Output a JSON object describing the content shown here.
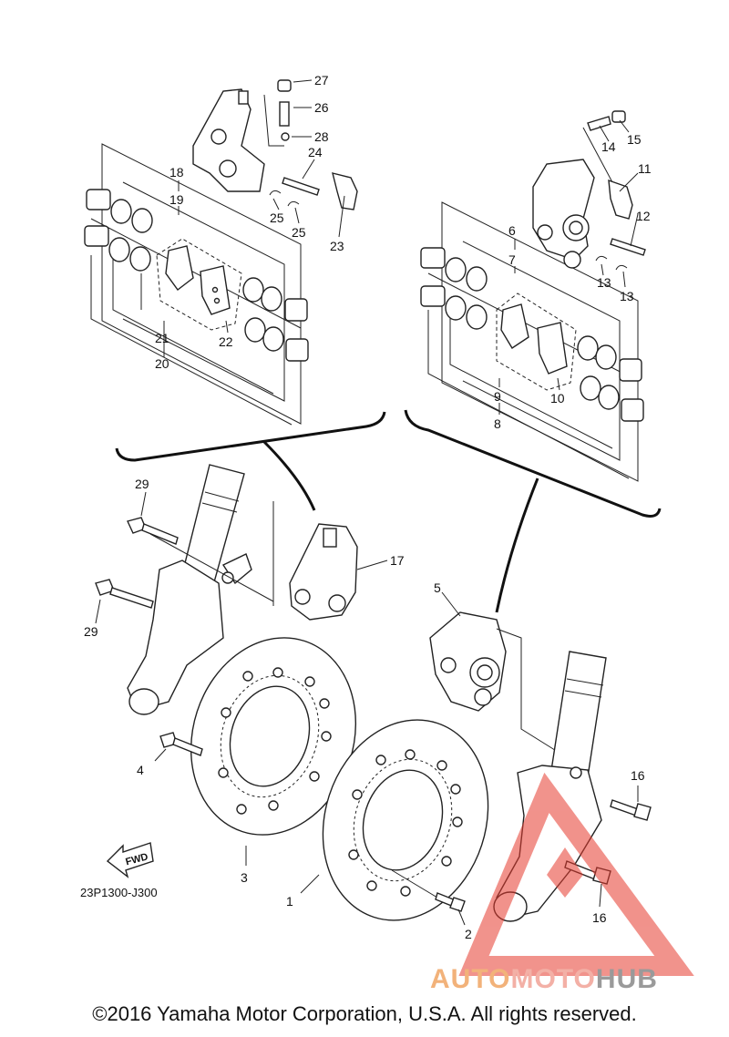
{
  "diagram": {
    "part_numbers": [
      "1",
      "2",
      "3",
      "4",
      "5",
      "6",
      "7",
      "8",
      "9",
      "10",
      "11",
      "12",
      "13",
      "13",
      "14",
      "15",
      "16",
      "16",
      "17",
      "18",
      "19",
      "20",
      "21",
      "22",
      "23",
      "24",
      "25",
      "25",
      "26",
      "27",
      "28",
      "29",
      "29"
    ],
    "diagram_code": "23P1300-J300",
    "fwd_label": "FWD",
    "copyright": "©2016 Yamaha Motor Corporation, U.S.A. All rights reserved.",
    "watermark": {
      "part1": "AUTO",
      "part2": "MOTO",
      "part3": "HUB"
    }
  },
  "colors": {
    "line": "#222222",
    "watermark_red": "#e63a2e",
    "watermark_orange": "#f2b27a",
    "watermark_gray": "#9a9a9a"
  },
  "icons": [
    "fwd-arrow-icon",
    "watermark-triangle-icon"
  ]
}
